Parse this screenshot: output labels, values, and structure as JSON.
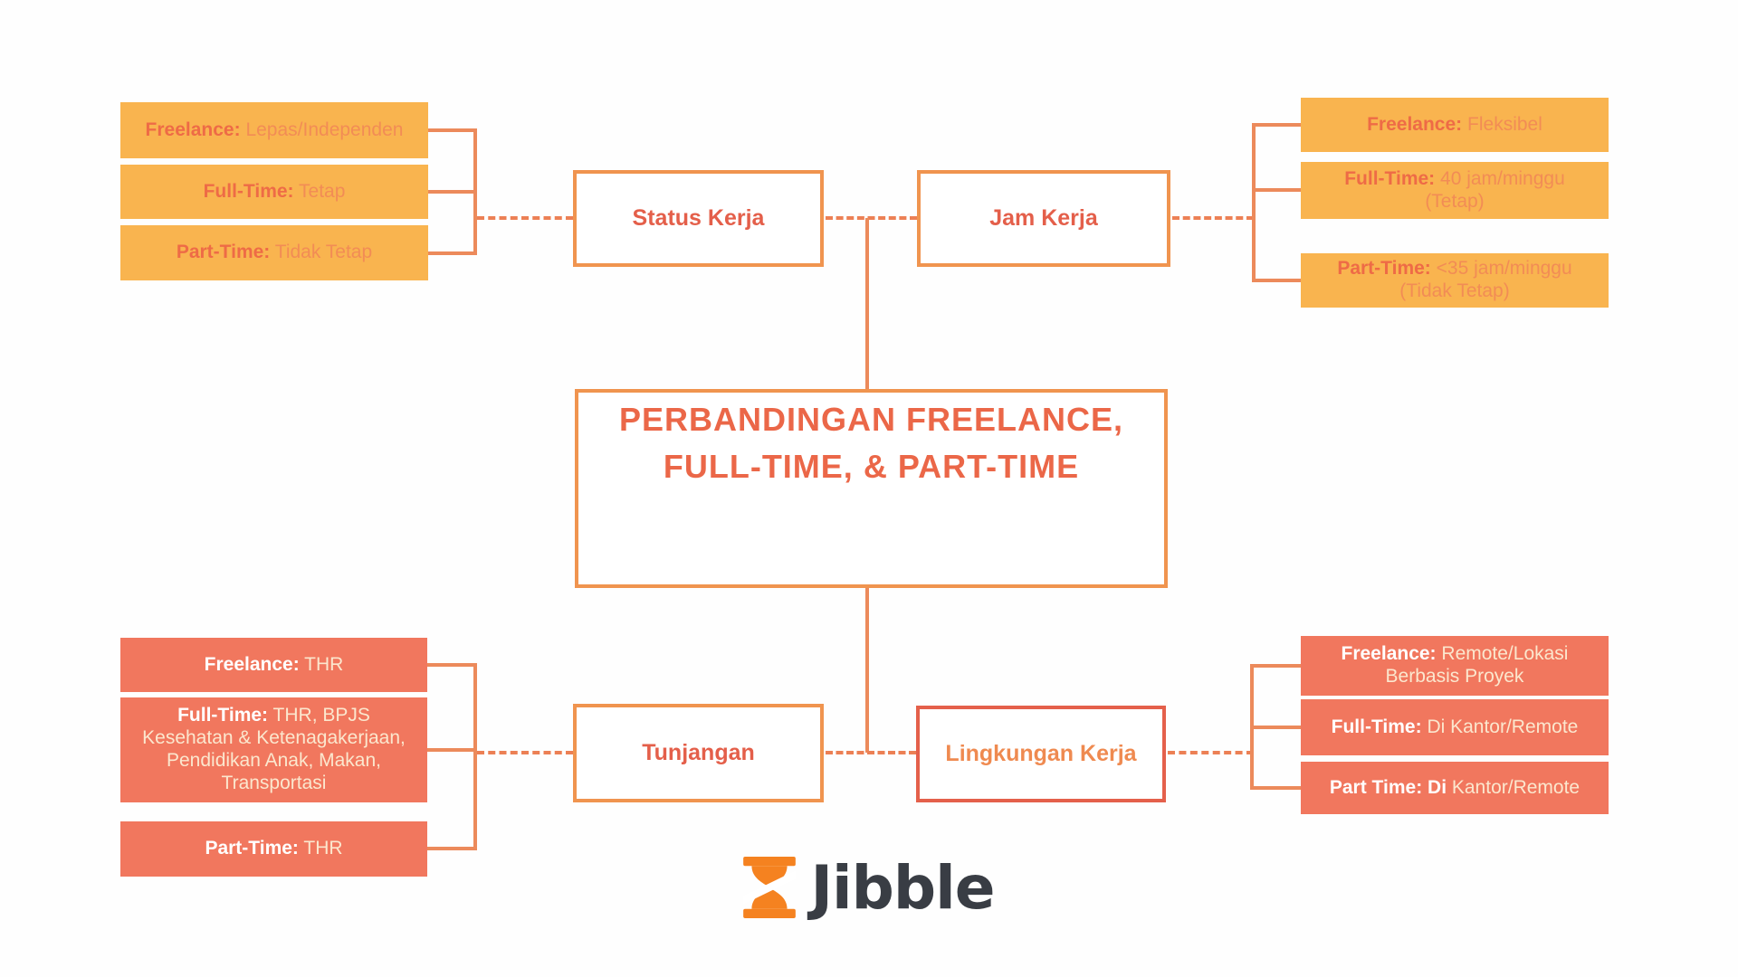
{
  "center": {
    "title": "PERBANDINGAN FREELANCE,\nFULL-TIME, & PART-TIME"
  },
  "branches": {
    "status": {
      "title": "Status Kerja",
      "items": [
        {
          "label": "Freelance:",
          "value": "Lepas/Independen"
        },
        {
          "label": "Full-Time:",
          "value": "Tetap"
        },
        {
          "label": "Part-Time:",
          "value": "Tidak Tetap"
        }
      ]
    },
    "jam": {
      "title": "Jam Kerja",
      "items": [
        {
          "label": "Freelance:",
          "value": "Fleksibel"
        },
        {
          "label": "Full-Time:",
          "value": "40 jam/minggu\n(Tetap)"
        },
        {
          "label": "Part-Time:",
          "value": "<35 jam/minggu\n(Tidak Tetap)"
        }
      ]
    },
    "tunjangan": {
      "title": "Tunjangan",
      "items": [
        {
          "label": "Freelance:",
          "value": "THR"
        },
        {
          "label": "Full-Time:",
          "value": "THR, BPJS\nKesehatan & Ketenagakerjaan,\nPendidikan Anak, Makan,\nTransportasi"
        },
        {
          "label": "Part-Time:",
          "value": "THR"
        }
      ]
    },
    "lingkungan": {
      "title": "Lingkungan Kerja",
      "items": [
        {
          "label": "Freelance:",
          "value": "Remote/Lokasi\nBerbasis Proyek"
        },
        {
          "label": "Full-Time:",
          "value": "Di Kantor/Remote"
        },
        {
          "label": "Part Time: Di",
          "value": "Kantor/Remote"
        }
      ]
    }
  },
  "footer": {
    "brand": "Jibble"
  },
  "colors": {
    "amber_fill": "#F9B44F",
    "amber_label": "#EE6B46",
    "amber_value": "#F28C55",
    "coral_fill": "#F1775E",
    "coral_label": "#FFFFFF",
    "coral_value": "#FBE7CE",
    "node_border_orange": "#F0944F",
    "node_border_red": "#E4604B",
    "node_text": "#E45F4A",
    "central_text": "#EB6748",
    "line": "#EC8A5B",
    "brand_orange": "#F58220",
    "brand_dark": "#393D44"
  }
}
